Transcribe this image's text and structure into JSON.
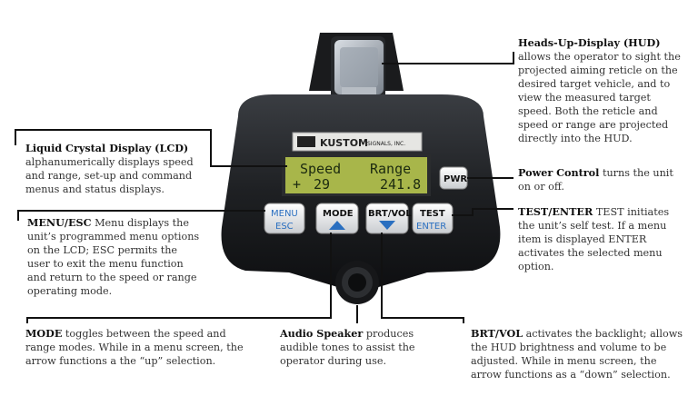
{
  "device": {
    "brand_name": "KUSTOM",
    "brand_suffix": "SIGNALS, INC.",
    "lcd_line1_left": "Speed",
    "lcd_line1_right": "Range",
    "lcd_line2_sign": "+",
    "lcd_line2_speed": "29",
    "lcd_line2_range": "241.8",
    "pwr_label": "PWR",
    "menu_label": "MENU",
    "esc_label": "ESC",
    "mode_label": "MODE",
    "brtvol_label": "BRT/VOL",
    "test_label": "TEST",
    "enter_label": "ENTER"
  },
  "callouts": {
    "hud": {
      "title": "Heads-Up-Display (HUD)",
      "text": "allows the operator to sight the projected aiming reticle on the desired target vehicle, and to view the measured target speed. Both the reticle and speed or range are projected directly into the HUD."
    },
    "lcd": {
      "title": "Liquid Crystal Display (LCD)",
      "text": "alphanumerically displays speed and range, set-up and command menus and status displays."
    },
    "power": {
      "title": "Power Control",
      "text": "turns the unit on or off."
    },
    "menu": {
      "title": "MENU/ESC",
      "text": "Menu displays the unit’s programmed menu options on the LCD; ESC permits the user to exit the menu function and return to the speed or range operating mode."
    },
    "test": {
      "title": "TEST/ENTER",
      "text": "TEST initiates the unit’s self test.  If a menu item is displayed ENTER activates the selected menu option."
    },
    "mode": {
      "title": "MODE",
      "text": "toggles between the speed and range modes. While in a menu screen, the arrow functions a the “up” selection."
    },
    "speaker": {
      "title": "Audio Speaker",
      "text": "produces audible tones to assist the operator during use."
    },
    "brtvol": {
      "title": "BRT/VOL",
      "text": "activates the backlight; allows the HUD brightness and volume to be adjusted.  While in menu screen, the arrow functions as a “down” selection."
    }
  },
  "colors": {
    "lcd": "#a8b64a",
    "body": "#1d1f22",
    "button_blue": "#2a6fc0"
  }
}
